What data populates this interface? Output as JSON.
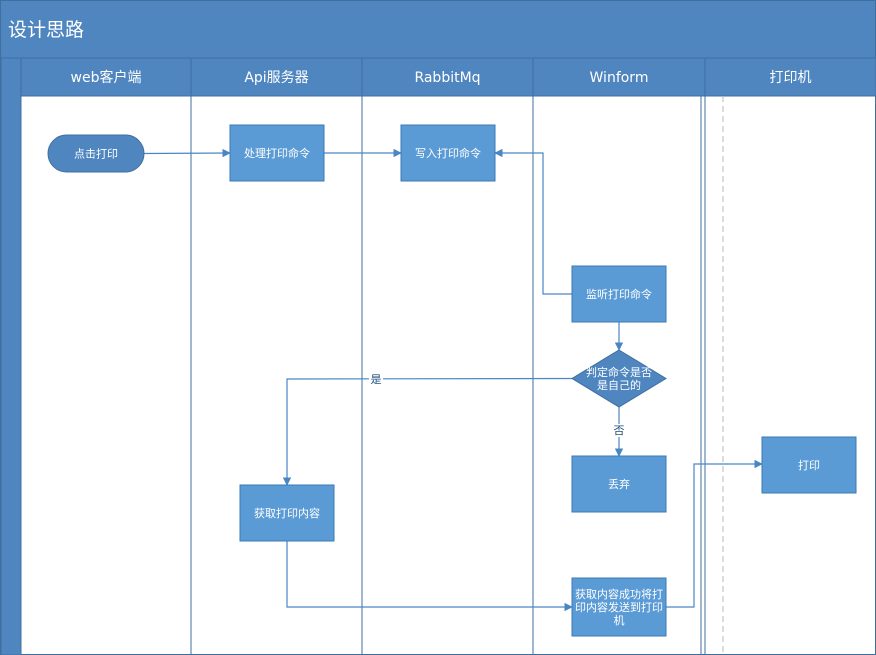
{
  "title": "设计思路",
  "lanes": [
    {
      "id": "web",
      "label": "web客户端"
    },
    {
      "id": "api",
      "label": "Api服务器"
    },
    {
      "id": "mq",
      "label": "RabbitMq"
    },
    {
      "id": "winform",
      "label": "Winform"
    },
    {
      "id": "printer",
      "label": "打印机"
    }
  ],
  "nodes": [
    {
      "id": "click",
      "lane": "web",
      "shape": "terminator",
      "lines": [
        "点击打印"
      ]
    },
    {
      "id": "handle",
      "lane": "api",
      "shape": "process",
      "lines": [
        "处理打印命令"
      ]
    },
    {
      "id": "write",
      "lane": "mq",
      "shape": "process",
      "lines": [
        "写入打印命令"
      ]
    },
    {
      "id": "listen",
      "lane": "winform",
      "shape": "process",
      "lines": [
        "监听打印命令"
      ]
    },
    {
      "id": "judge",
      "lane": "winform",
      "shape": "decision",
      "lines": [
        "判定命令是否",
        "是自己的"
      ]
    },
    {
      "id": "discard",
      "lane": "winform",
      "shape": "process",
      "lines": [
        "丢弃"
      ]
    },
    {
      "id": "fetch",
      "lane": "api",
      "shape": "process",
      "lines": [
        "获取打印内容"
      ]
    },
    {
      "id": "send",
      "lane": "winform",
      "shape": "process",
      "lines": [
        "获取内容成功将打",
        "印内容发送到打印",
        "机"
      ]
    },
    {
      "id": "print",
      "lane": "printer",
      "shape": "process",
      "lines": [
        "打印"
      ]
    }
  ],
  "edges": [
    {
      "from": "click",
      "to": "handle",
      "label": ""
    },
    {
      "from": "handle",
      "to": "write",
      "label": ""
    },
    {
      "from": "listen",
      "to": "write",
      "label": ""
    },
    {
      "from": "listen",
      "to": "judge",
      "label": ""
    },
    {
      "from": "judge",
      "to": "fetch",
      "label": "是"
    },
    {
      "from": "judge",
      "to": "discard",
      "label": "否"
    },
    {
      "from": "fetch",
      "to": "send",
      "label": ""
    },
    {
      "from": "send",
      "to": "print",
      "label": ""
    }
  ],
  "colors": {
    "header": "#4f86c0",
    "header_border": "#3f6f9f",
    "node_fill": "#5b9bd5",
    "node_stroke": "#3a78b5",
    "edge": "#4a86c4",
    "lane_line": "#3f6f9f"
  }
}
